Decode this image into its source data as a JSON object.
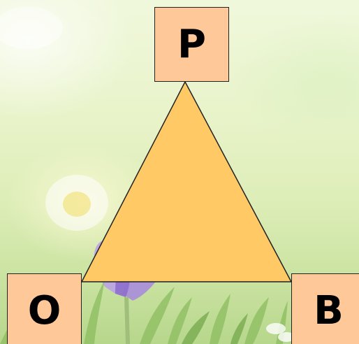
{
  "diagram": {
    "nodes": {
      "top": {
        "label": "P"
      },
      "bottom_left": {
        "label": "O"
      },
      "bottom_right": {
        "label": "B"
      }
    },
    "shape": "triangle"
  },
  "colors": {
    "node_fill": "#ffc899",
    "triangle_fill": "#ffc966",
    "outline": "#222222"
  }
}
